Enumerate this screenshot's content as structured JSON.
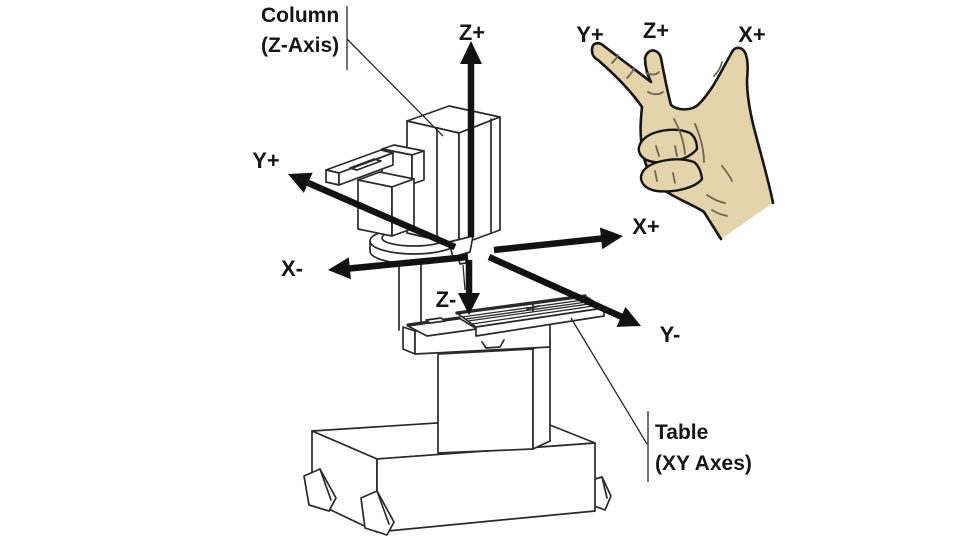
{
  "colors": {
    "background": "#ffffff",
    "line": "#2a2a2a",
    "arrow": "#121212",
    "text": "#161616",
    "hand_fill": "#e5d4ab",
    "hand_line": "#161616",
    "crease": "#6e6450"
  },
  "callouts": {
    "column": {
      "line1": "Column",
      "line2": "(Z-Axis)"
    },
    "table": {
      "line1": "Table",
      "line2": "(XY Axes)"
    }
  },
  "machine_axis_labels": {
    "z_plus": "Z+",
    "z_minus": "Z-",
    "y_plus": "Y+",
    "y_minus": "Y-",
    "x_plus": "X+",
    "x_minus": "X-"
  },
  "hand_axis_labels": {
    "index_finger": "Y+",
    "middle_finger": "Z+",
    "thumb": "X+"
  }
}
